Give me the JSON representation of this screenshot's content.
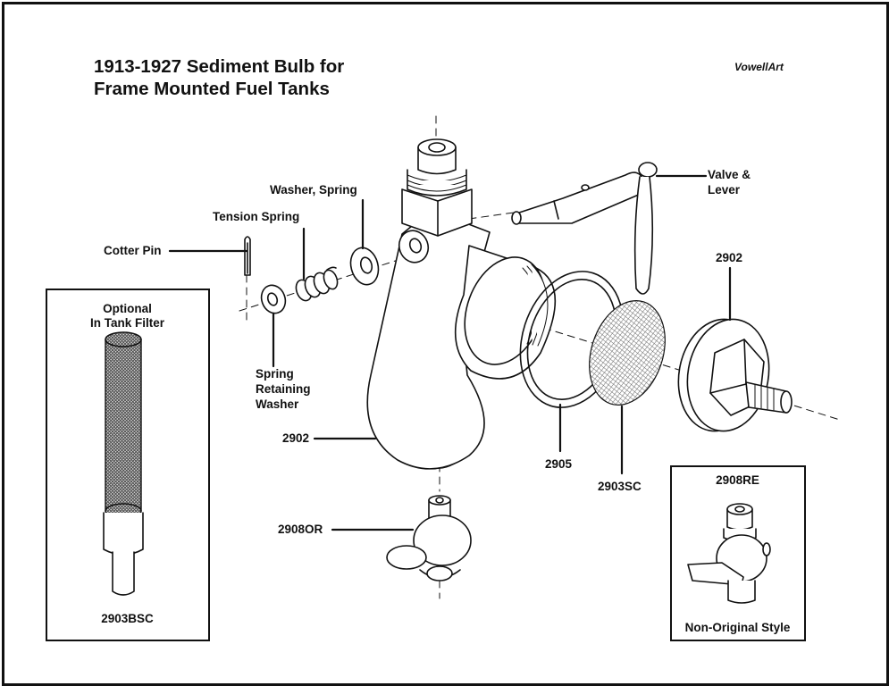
{
  "title": {
    "line1": "1913-1927 Sediment Bulb for",
    "line2": "Frame Mounted Fuel Tanks"
  },
  "credit": "VowellArt",
  "callouts": {
    "cotter_pin": "Cotter Pin",
    "tension_spring": "Tension Spring",
    "washer_spring": "Washer, Spring",
    "spring_retaining_washer": [
      "Spring",
      "Retaining",
      "Washer"
    ],
    "valve_lever": [
      "Valve &",
      "Lever"
    ],
    "body_part_number": "2902",
    "cap_part_number": "2902",
    "gasket_part_number": "2905",
    "screen_part_number": "2903SC",
    "drain_valve_part_number": "2908OR"
  },
  "inset_filter": {
    "heading": [
      "Optional",
      "In Tank Filter"
    ],
    "part_number": "2903BSC"
  },
  "inset_alt_valve": {
    "part_number": "2908RE",
    "caption": "Non-Original Style"
  },
  "colors": {
    "ink": "#111111",
    "background": "#ffffff",
    "mesh": "#8a8a8a"
  }
}
